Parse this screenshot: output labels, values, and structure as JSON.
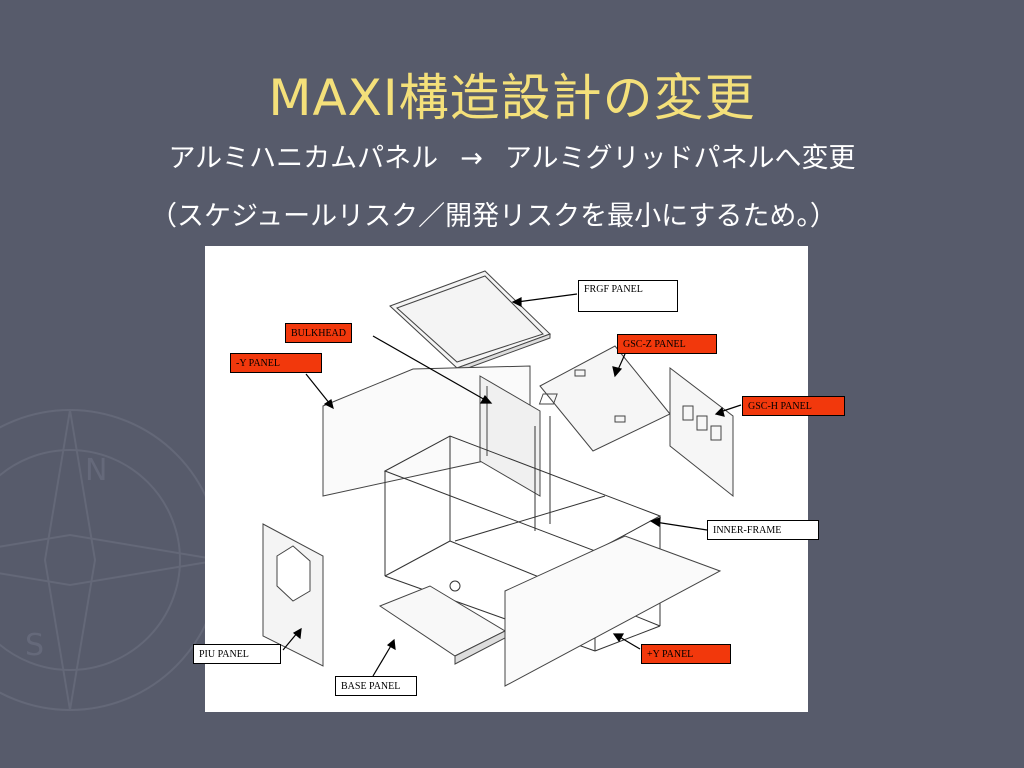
{
  "slide": {
    "title": "MAXI構造設計の変更",
    "subtitle_from": "アルミハニカムパネル",
    "subtitle_arrow": "→",
    "subtitle_to": "アルミグリッドパネルへ変更",
    "note": "（スケジュールリスク／開発リスクを最小にするため。）"
  },
  "labels": {
    "frgf": "FRGF PANEL",
    "bulkhead": "BULKHEAD",
    "gsc_z": "GSC-Z PANEL",
    "neg_y": "-Y PANEL",
    "gsc_h": "GSC-H PANEL",
    "inner_frame": "INNER-FRAME",
    "piu": "PIU PANEL",
    "pos_y": "+Y PANEL",
    "base": "BASE PANEL"
  },
  "colors": {
    "background": "#575b6b",
    "title": "#f4e07a",
    "highlight_label": "#f2380c"
  }
}
